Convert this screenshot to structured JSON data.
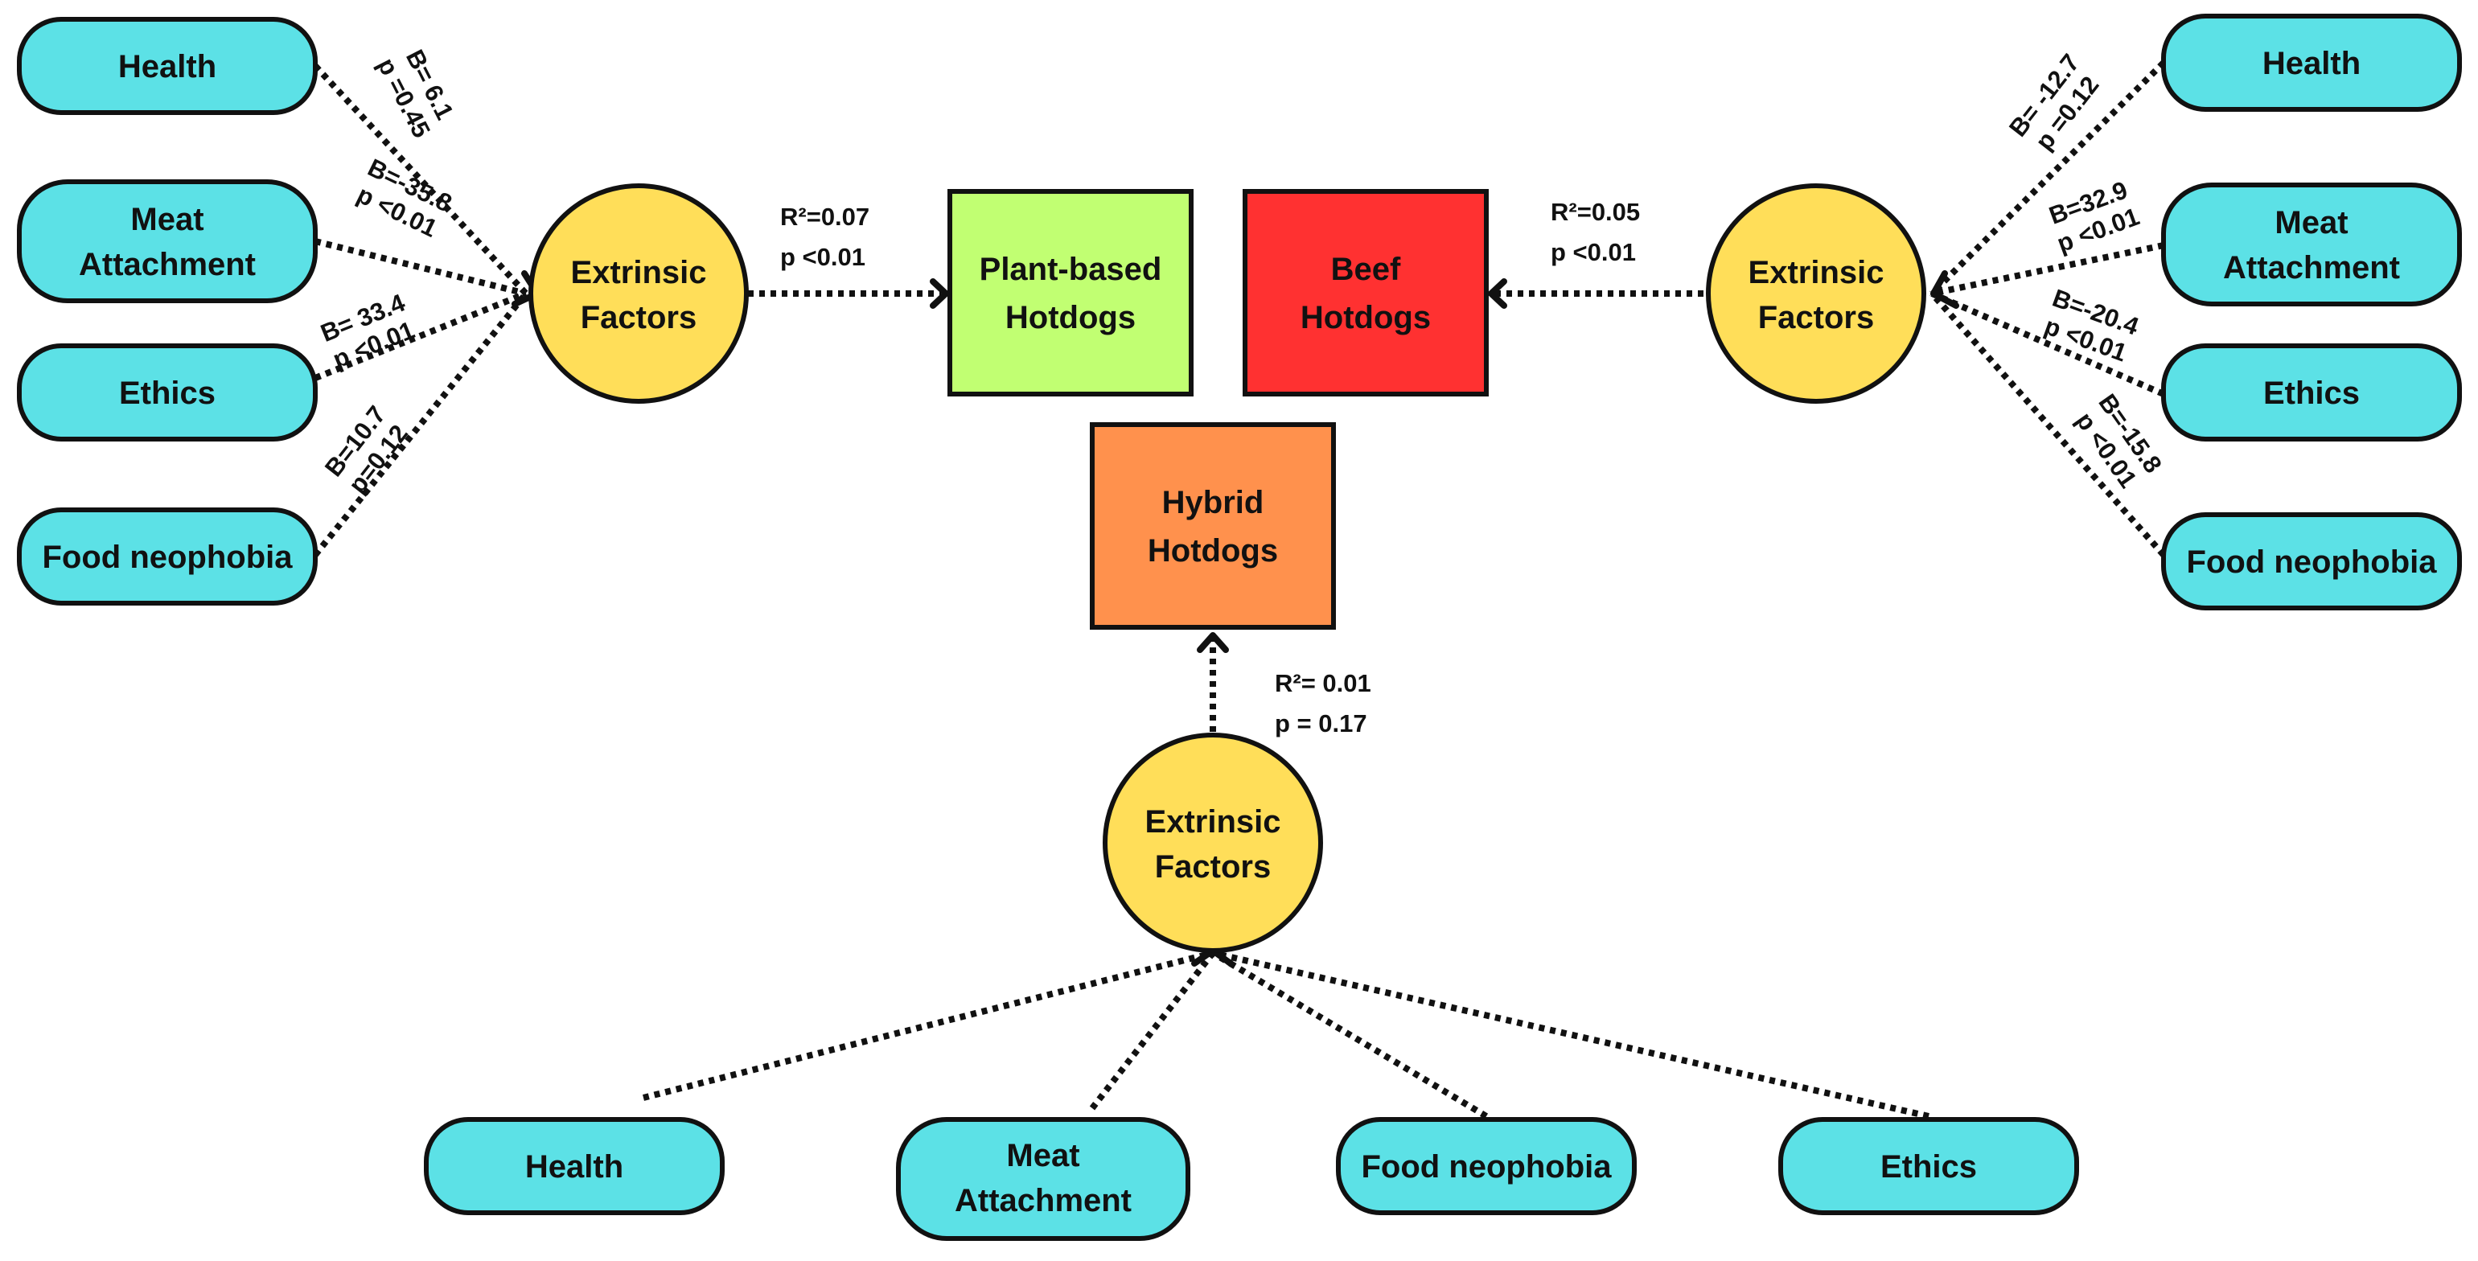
{
  "colors": {
    "factor_pill": "#5ce1e6",
    "construct_circle": "#ffde59",
    "plant_based_box": "#c1ff72",
    "beef_box": "#ff3131",
    "hybrid_box": "#ff914d",
    "outline": "#111111"
  },
  "left_model": {
    "construct": {
      "line1": "Extrinsic",
      "line2": "Factors"
    },
    "target": {
      "line1": "Plant-based",
      "line2": "Hotdogs"
    },
    "r2": "R²=0.07",
    "p": "p <0.01",
    "factors": [
      {
        "line1": "Health",
        "line2": "",
        "b": "B= 6.1",
        "p": "p =0.45"
      },
      {
        "line1": "Meat",
        "line2": "Attachment",
        "b": "B=-35.8",
        "p": "p <0.01"
      },
      {
        "line1": "Ethics",
        "line2": "",
        "b": "B= 33.4",
        "p": "p <0.01"
      },
      {
        "line1": "Food neophobia",
        "line2": "",
        "b": "B=10.7",
        "p": "p=0.12"
      }
    ]
  },
  "right_model": {
    "construct": {
      "line1": "Extrinsic",
      "line2": "Factors"
    },
    "target": {
      "line1": "Beef",
      "line2": "Hotdogs"
    },
    "r2": "R²=0.05",
    "p": "p <0.01",
    "factors": [
      {
        "line1": "Health",
        "line2": "",
        "b": "B= -12.7",
        "p": "p =0.12"
      },
      {
        "line1": "Meat",
        "line2": "Attachment",
        "b": "B=32.9",
        "p": "p <0.01"
      },
      {
        "line1": "Ethics",
        "line2": "",
        "b": "B=-20.4",
        "p": "p <0.01"
      },
      {
        "line1": "Food neophobia",
        "line2": "",
        "b": "B=-15.8",
        "p": "p <0.01"
      }
    ]
  },
  "bottom_model": {
    "construct": {
      "line1": "Extrinsic",
      "line2": "Factors"
    },
    "target": {
      "line1": "Hybrid",
      "line2": "Hotdogs"
    },
    "r2": "R²= 0.01",
    "p": "p = 0.17",
    "factors": [
      {
        "line1": "Health",
        "line2": ""
      },
      {
        "line1": "Meat",
        "line2": "Attachment"
      },
      {
        "line1": "Food neophobia",
        "line2": ""
      },
      {
        "line1": "Ethics",
        "line2": ""
      }
    ]
  }
}
